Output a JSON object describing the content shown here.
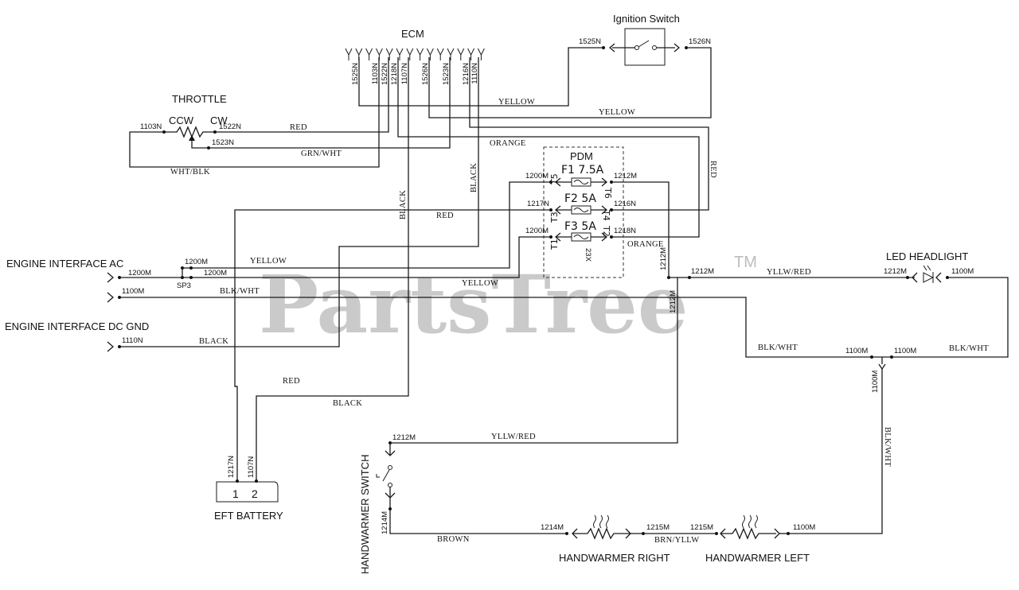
{
  "watermark": {
    "text": "PartsTree",
    "tm": "TM"
  },
  "components": {
    "ecm": "ECM",
    "ignition": "Ignition Switch",
    "throttle": "THROTTLE",
    "ccw": "CCW",
    "cw": "CW",
    "pdm": "PDM",
    "engine_ac": "ENGINE INTERFACE AC",
    "engine_dc": "ENGINE INTERFACE DC GND",
    "led_headlight": "LED HEADLIGHT",
    "eft_battery": "EFT BATTERY",
    "handwarmer_switch": "HANDWARMER SWITCH",
    "handwarmer_right": "HANDWARMER RIGHT",
    "handwarmer_left": "HANDWARMER LEFT",
    "sp3": "SP3",
    "batt_1": "1",
    "batt_2": "2",
    "pdm_23x": "23X"
  },
  "fuses": {
    "f1": "F1  7.5A",
    "f2": "F2  5A",
    "f3": "F3  5A",
    "t5": "T5",
    "t6": "T6",
    "t3": "T3",
    "t4": "T4",
    "t1": "T1",
    "t2": "T2"
  },
  "ecm_pins": [
    "1525N",
    "1103N",
    "1522N",
    "1218N",
    "1107N",
    "1526N",
    "1523N",
    "1216N",
    "1110N"
  ],
  "nets": {
    "ign_in": "1525N",
    "ign_out": "1526N",
    "thr_1103": "1103N",
    "thr_1522": "1522N",
    "thr_1523": "1523N",
    "pdm_1200_top": "1200M",
    "pdm_1212_top": "1212M",
    "pdm_1217": "1217N",
    "pdm_1216": "1216N",
    "pdm_1200_bot": "1200M",
    "pdm_1218": "1218N",
    "ac_1200_a": "1200M",
    "ac_1200_b": "1200M",
    "ac_1200_c": "1200M",
    "ac_1100": "1100M",
    "dc_1110": "1110N",
    "n1212_v": "1212M",
    "n1212_v2": "1212M",
    "n1212_h": "1212M",
    "led_1212": "1212M",
    "led_1100": "1100M",
    "n1100_a": "1100M",
    "n1100_b": "1100M",
    "n1100_v": "1100M",
    "batt_1217": "1217N",
    "batt_1107": "1107N",
    "hs_1212": "1212M",
    "hs_1214": "1214M",
    "hr_1214": "1214M",
    "hr_1215": "1215M",
    "hl_1215": "1215M",
    "hl_1100": "1100M"
  },
  "wires": {
    "yellow_1": "YELLOW",
    "yellow_2": "YELLOW",
    "red_thr": "RED",
    "grn_wht": "GRN/WHT",
    "wht_blk": "WHT/BLK",
    "orange_1": "ORANGE",
    "red_v": "RED",
    "black_1": "BLACK",
    "black_2": "BLACK",
    "red_2": "RED",
    "orange_2": "ORANGE",
    "yellow_ac": "YELLOW",
    "yellow_3": "YELLOW",
    "blk_wht_ac": "BLK/WHT",
    "black_dc": "BLACK",
    "yllw_red_led": "YLLW/RED",
    "blk_wht_1": "BLK/WHT",
    "blk_wht_2": "BLK/WHT",
    "blk_wht_v": "BLK/WHT",
    "red_batt": "RED",
    "black_batt": "BLACK",
    "yllw_red_hs": "YLLW/RED",
    "brown": "BROWN",
    "brn_yllw": "BRN/YLLW"
  }
}
